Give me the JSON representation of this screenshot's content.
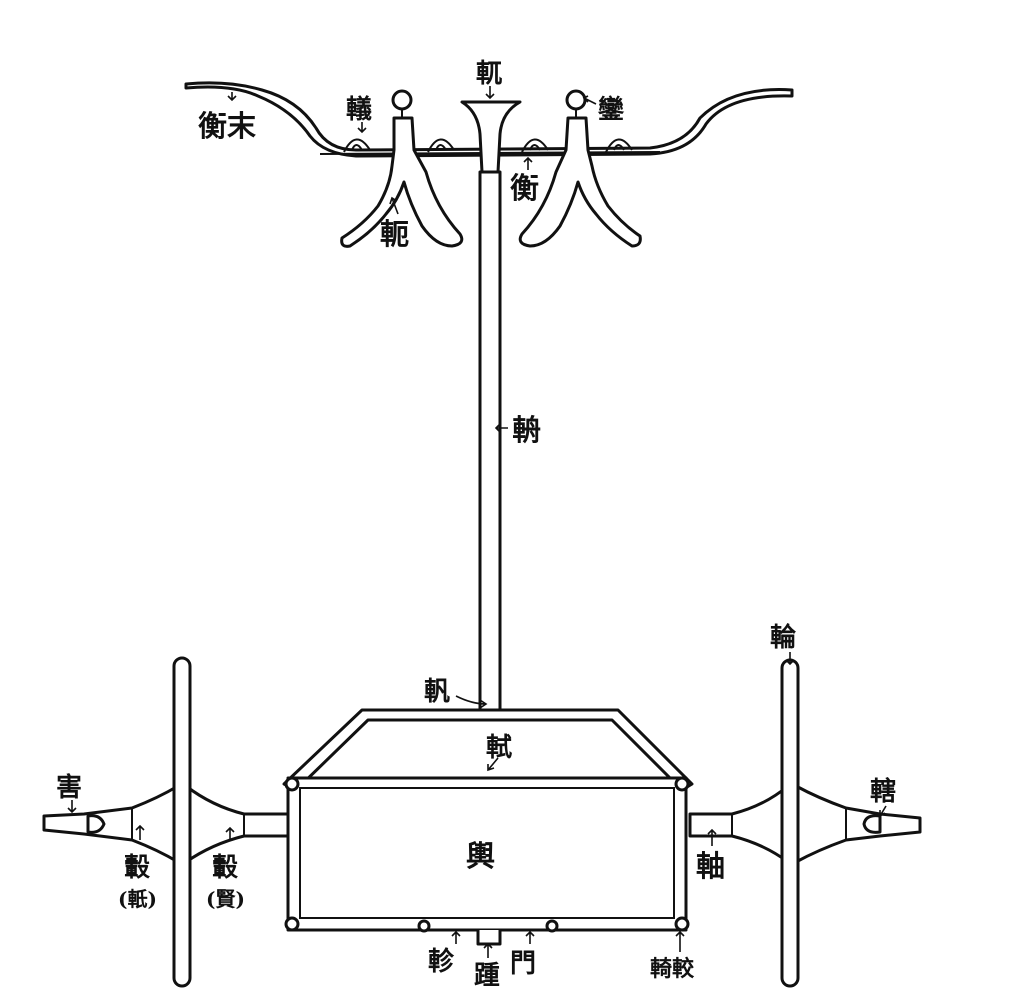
{
  "labels": {
    "heng_mo": "衡末",
    "yi": "轙",
    "gui": "軏",
    "luan": "鑾",
    "heng": "衡",
    "e": "軛",
    "zhou_pole": "輈",
    "lun": "輪",
    "fan": "軓",
    "shi": "軾",
    "wei": "害",
    "xia": "轄",
    "gu_zhi": "轂",
    "zhi_paren": "(軝)",
    "gu_xian": "轂",
    "xian_paren": "(賢)",
    "yu": "輿",
    "zhou_axle": "軸",
    "zhen": "軫",
    "zhong": "踵",
    "men": "門",
    "qi_jiao": "輢較"
  }
}
